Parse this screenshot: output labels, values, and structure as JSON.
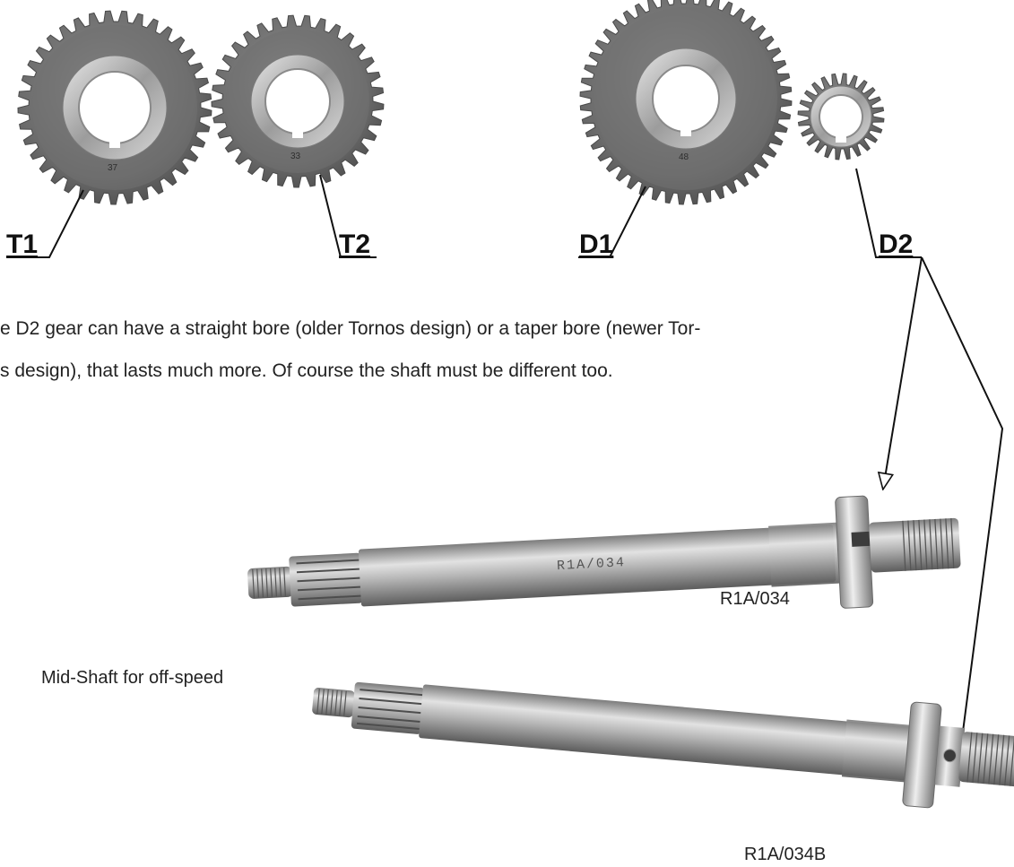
{
  "labels": {
    "t1": "T1",
    "t2": "T2",
    "d1": "D1",
    "d2": "D2"
  },
  "paragraph": {
    "line1": "e D2 gear can have a straight bore (older Tornos design) or a taper bore (newer Tor-",
    "line2": "s design), that lasts much more. Of course the shaft must be different too."
  },
  "captions": {
    "mid_shaft": "Mid-Shaft for off-speed",
    "part_1": "R1A/034",
    "part_2": "R1A/034B"
  },
  "gear_markings": {
    "t1": "37",
    "t2": "33",
    "d1": "48"
  },
  "shaft_engraving": "R1A/034",
  "colors": {
    "gear_dark": "#5d5d5d",
    "gear_mid": "#7a7a7a",
    "steel_light": "#d0d0d0",
    "steel_dark": "#6e6e6e",
    "line": "#111111"
  }
}
